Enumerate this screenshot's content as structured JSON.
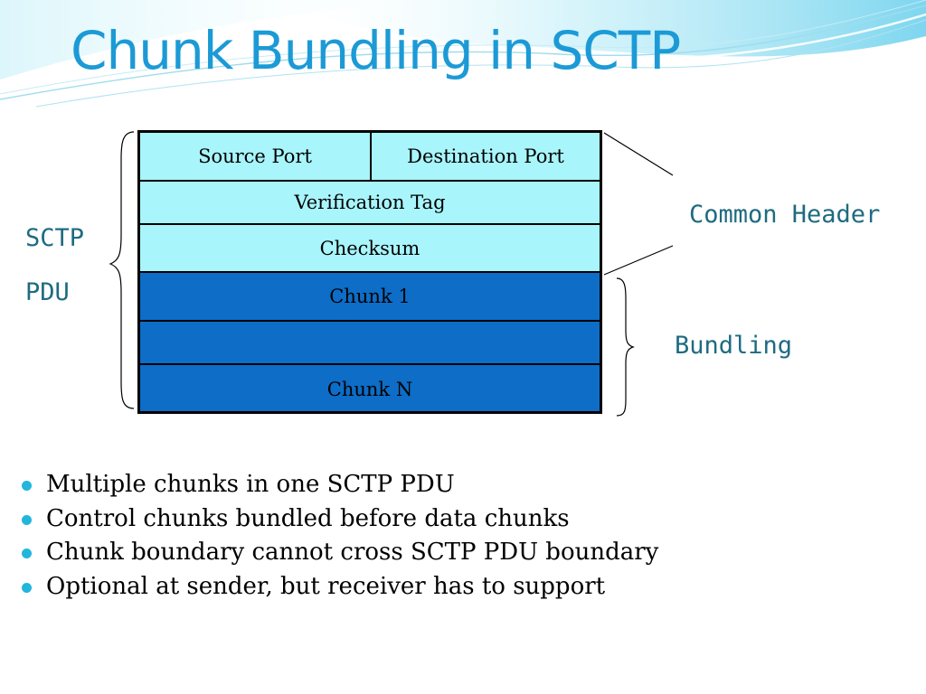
{
  "slide": {
    "title": "Chunk Bundling in SCTP",
    "colors": {
      "title": "#1c9ad6",
      "label": "#1e6b80",
      "header_cell": "#a8f5fb",
      "chunk_cell": "#0d6dc7",
      "bullet": "#23b6dc"
    }
  },
  "diagram": {
    "header_rows": [
      {
        "cells": [
          "Source Port",
          "Destination Port"
        ]
      },
      {
        "cells": [
          "Verification Tag"
        ]
      },
      {
        "cells": [
          "Checksum"
        ]
      }
    ],
    "chunk_rows": [
      {
        "label": "Chunk 1"
      },
      {
        "label": ""
      },
      {
        "label": "Chunk N"
      }
    ],
    "labels": {
      "sctp_line1": "SCTP",
      "sctp_line2": "PDU",
      "common_header": "Common Header",
      "bundling": "Bundling"
    }
  },
  "bullets": [
    "Multiple chunks in one SCTP PDU",
    "Control chunks bundled before data chunks",
    "Chunk boundary cannot cross SCTP PDU boundary",
    "Optional at sender, but receiver has to support"
  ]
}
